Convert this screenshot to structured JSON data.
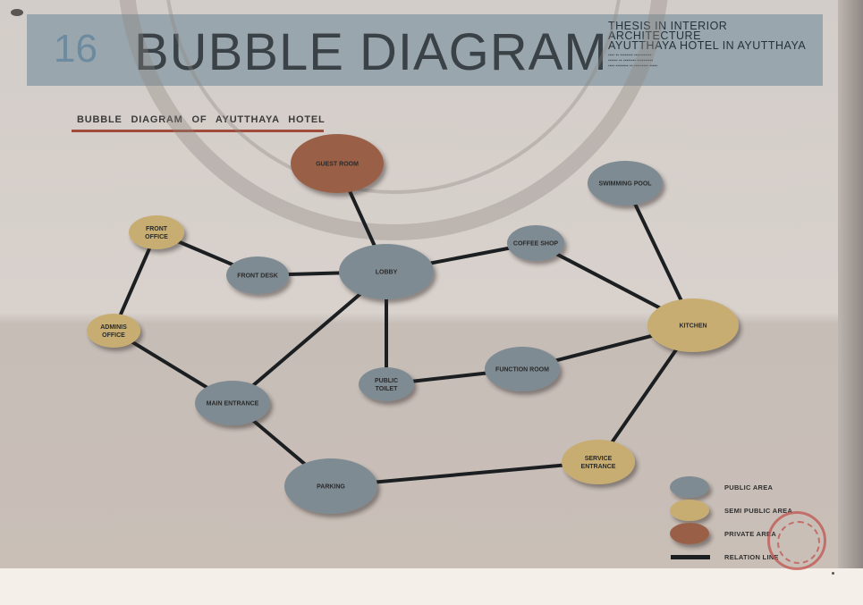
{
  "header": {
    "page_number": "16",
    "title": "BUBBLE DIAGRAM",
    "thesis_line1": "THESIS IN INTERIOR ARCHITECTURE",
    "thesis_line2": "AYUTTHAYA HOTEL IN AYUTTHAYA"
  },
  "subtitle": "BUBBLE DIAGRAM OF AYUTTHAYA HOTEL",
  "colors": {
    "public": "#7f8b92",
    "semi_public": "#c8ad72",
    "private": "#9a6146",
    "relation_line": "#1c1f21"
  },
  "nodes": {
    "guest_room": {
      "label": "GUEST ROOM",
      "category": "private"
    },
    "swimming_pool": {
      "label": "SWIMMING POOL",
      "category": "public"
    },
    "front_office": {
      "label": "FRONT OFFICE",
      "category": "semi_public"
    },
    "front_desk": {
      "label": "FRONT DESK",
      "category": "public"
    },
    "lobby": {
      "label": "LOBBY",
      "category": "public"
    },
    "coffee_shop": {
      "label": "COFFEE SHOP",
      "category": "public"
    },
    "admin_office": {
      "label": "ADMINIS OFFICE",
      "category": "semi_public"
    },
    "kitchen": {
      "label": "KITCHEN",
      "category": "semi_public"
    },
    "public_toilet": {
      "label": "PUBLIC TOILET",
      "category": "public"
    },
    "function_room": {
      "label": "FUNCTION ROOM",
      "category": "public"
    },
    "main_entrance": {
      "label": "MAIN ENTRANCE",
      "category": "public"
    },
    "service_entrance": {
      "label": "SERVICE ENTRANCE",
      "category": "semi_public"
    },
    "parking": {
      "label": "PARKING",
      "category": "public"
    }
  },
  "edges": [
    [
      "guest_room",
      "lobby"
    ],
    [
      "front_office",
      "front_desk"
    ],
    [
      "front_office",
      "admin_office"
    ],
    [
      "front_desk",
      "lobby"
    ],
    [
      "lobby",
      "coffee_shop"
    ],
    [
      "lobby",
      "public_toilet"
    ],
    [
      "lobby",
      "main_entrance"
    ],
    [
      "coffee_shop",
      "kitchen"
    ],
    [
      "swimming_pool",
      "kitchen"
    ],
    [
      "admin_office",
      "main_entrance"
    ],
    [
      "public_toilet",
      "function_room"
    ],
    [
      "function_room",
      "kitchen"
    ],
    [
      "kitchen",
      "service_entrance"
    ],
    [
      "main_entrance",
      "parking"
    ],
    [
      "parking",
      "service_entrance"
    ]
  ],
  "legend": [
    {
      "label": "PUBLIC AREA",
      "kind": "public"
    },
    {
      "label": "SEMI PUBLIC AREA",
      "kind": "semi_public"
    },
    {
      "label": "PRIVATE AREA",
      "kind": "private"
    },
    {
      "label": "RELATION LINE",
      "kind": "relation_line"
    }
  ]
}
